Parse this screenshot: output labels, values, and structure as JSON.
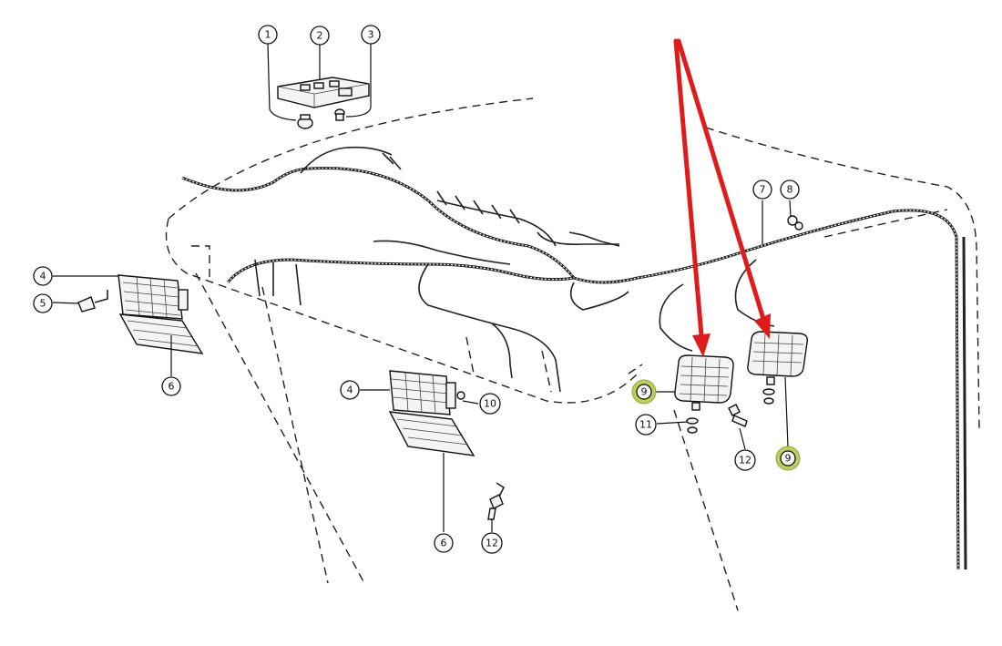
{
  "callouts": [
    {
      "id": "c1",
      "label": "1",
      "highlight": false
    },
    {
      "id": "c2",
      "label": "2",
      "highlight": false
    },
    {
      "id": "c3",
      "label": "3",
      "highlight": false
    },
    {
      "id": "c4a",
      "label": "4",
      "highlight": false
    },
    {
      "id": "c5",
      "label": "5",
      "highlight": false
    },
    {
      "id": "c6a",
      "label": "6",
      "highlight": false
    },
    {
      "id": "c4b",
      "label": "4",
      "highlight": false
    },
    {
      "id": "c10",
      "label": "10",
      "highlight": false
    },
    {
      "id": "c6b",
      "label": "6",
      "highlight": false
    },
    {
      "id": "c12a",
      "label": "12",
      "highlight": false
    },
    {
      "id": "c7",
      "label": "7",
      "highlight": false
    },
    {
      "id": "c8",
      "label": "8",
      "highlight": false
    },
    {
      "id": "c9a",
      "label": "9",
      "highlight": true
    },
    {
      "id": "c11",
      "label": "11",
      "highlight": false
    },
    {
      "id": "c12b",
      "label": "12",
      "highlight": false
    },
    {
      "id": "c9b",
      "label": "9",
      "highlight": true
    }
  ],
  "colors": {
    "arrow": "#e01b1b",
    "highlight": "#b9cf5a",
    "line": "#222222"
  }
}
